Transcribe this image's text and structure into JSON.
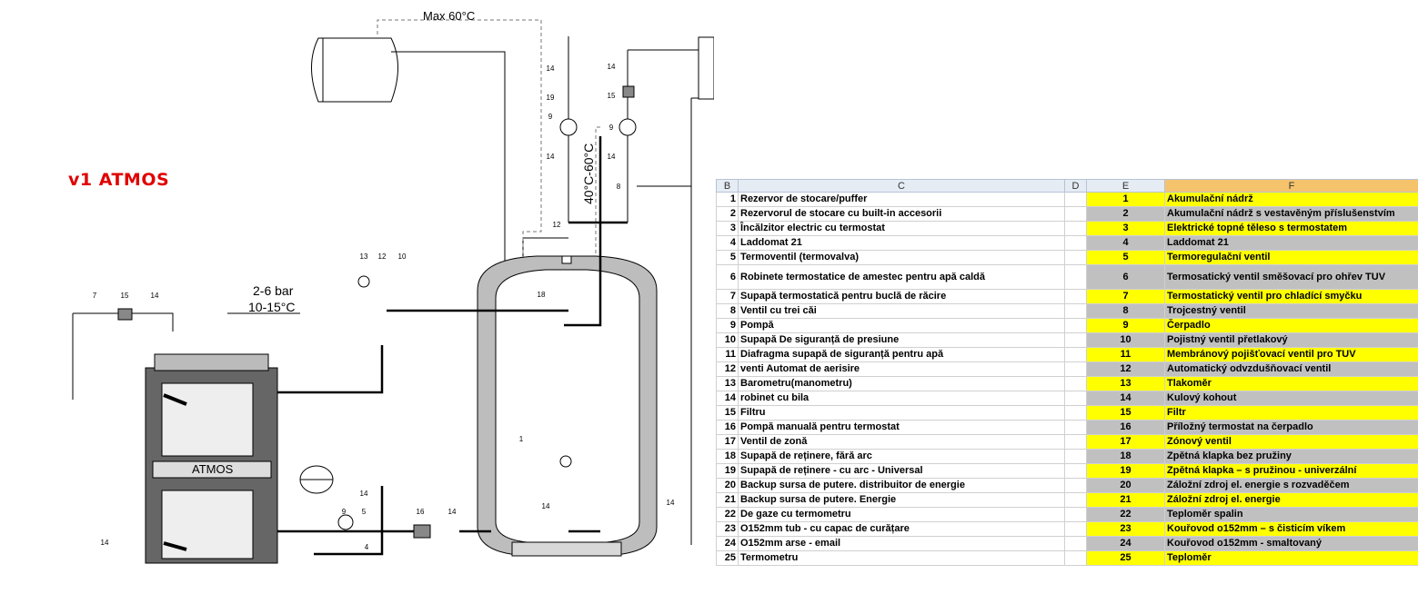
{
  "diagram": {
    "title": "v1 ATMOS",
    "max_temp": "Max 60°C",
    "pressure": "2-6 bar",
    "water_temp": "10-15°C",
    "temp_range": "40°C-60°C",
    "boiler_label": "ATMOS",
    "callouts": {
      "c14a": "14",
      "c19": "19",
      "c9a": "9",
      "c14b": "14",
      "c14c": "14",
      "c15": "15",
      "c9b": "9",
      "c14d": "14",
      "c8": "8",
      "c12a": "12",
      "c13": "13",
      "c12b": "12",
      "c10": "10",
      "c7": "7",
      "c15b": "15",
      "c14e": "14",
      "c18": "18",
      "c1": "1",
      "c14f": "14",
      "c14g": "14",
      "c14h": "14",
      "c9c": "9",
      "c5": "5",
      "c4": "4",
      "c16": "16",
      "c14i": "14",
      "c14j": "14"
    }
  },
  "sheet": {
    "columns": [
      "B",
      "C",
      "D",
      "E",
      "F"
    ],
    "rows": [
      {
        "n": "1",
        "c": "Rezervor de stocare/puffer",
        "e": "1",
        "f": "Akumulační nádrž",
        "hl": "y"
      },
      {
        "n": "2",
        "c": "Rezervorul de stocare cu built-in accesorii",
        "e": "2",
        "f": "Akumulační nádrž s vestavěným příslušenstvím",
        "hl": "g"
      },
      {
        "n": "3",
        "c": "Încălzitor electric cu termostat",
        "e": "3",
        "f": "Elektrické topné těleso s termostatem",
        "hl": "y"
      },
      {
        "n": "4",
        "c": "Laddomat 21",
        "e": "4",
        "f": "Laddomat 21",
        "hl": "g"
      },
      {
        "n": "5",
        "c": "Termoventil (termovalva)",
        "e": "5",
        "f": "Termoregulační ventil",
        "hl": "y"
      },
      {
        "n": "6",
        "c": "Robinete termostatice de amestec pentru apă caldă",
        "e": "6",
        "f": "Termosatický ventil směšovací pro ohřev TUV",
        "hl": "g",
        "tall": true
      },
      {
        "n": "7",
        "c": "Supapă termostatică pentru buclă de răcire",
        "e": "7",
        "f": "Termostatický ventil pro chladící smyčku",
        "hl": "y"
      },
      {
        "n": "8",
        "c": "Ventil cu trei căi",
        "e": "8",
        "f": "Trojcestný ventil",
        "hl": "g"
      },
      {
        "n": "9",
        "c": "Pompă",
        "e": "9",
        "f": "Čerpadlo",
        "hl": "y"
      },
      {
        "n": "10",
        "c": "Supapă De siguranță de presiune",
        "e": "10",
        "f": "Pojistný ventil přetlakový",
        "hl": "g"
      },
      {
        "n": "11",
        "c": "Diafragma supapă de siguranță pentru apă",
        "e": "11",
        "f": "Membránový pojišťovací ventil pro TUV",
        "hl": "y"
      },
      {
        "n": "12",
        "c": "venti Automat de aerisire",
        "e": "12",
        "f": "Automatický odvzdušňovací ventil",
        "hl": "g"
      },
      {
        "n": "13",
        "c": "Barometru(manometru)",
        "e": "13",
        "f": "Tlakoměr",
        "hl": "y"
      },
      {
        "n": "14",
        "c": "robinet cu bila",
        "e": "14",
        "f": "Kulový kohout",
        "hl": "g"
      },
      {
        "n": "15",
        "c": "Filtru",
        "e": "15",
        "f": "Filtr",
        "hl": "y"
      },
      {
        "n": "16",
        "c": "Pompă manuală pentru termostat",
        "e": "16",
        "f": "Příložný termostat na čerpadlo",
        "hl": "g"
      },
      {
        "n": "17",
        "c": "Ventil de zonă",
        "e": "17",
        "f": "Zónový ventil",
        "hl": "y"
      },
      {
        "n": "18",
        "c": "Supapă de reținere, fără arc",
        "e": "18",
        "f": "Zpětná klapka bez pružiny",
        "hl": "g"
      },
      {
        "n": "19",
        "c": "Supapă de reținere - cu arc - Universal",
        "e": "19",
        "f": "Zpětná klapka – s pružinou - univerzální",
        "hl": "y"
      },
      {
        "n": "20",
        "c": "Backup sursa de putere. distribuitor de energie",
        "e": "20",
        "f": "Záložní zdroj el. energie s rozvaděčem",
        "hl": "g"
      },
      {
        "n": "21",
        "c": "Backup sursa de putere. Energie",
        "e": "21",
        "f": "Záložní zdroj el. energie",
        "hl": "y"
      },
      {
        "n": "22",
        "c": "De gaze cu termometru",
        "e": "22",
        "f": "Teploměr spalin",
        "hl": "g"
      },
      {
        "n": "23",
        "c": "O152mm tub - cu capac de curățare",
        "e": "23",
        "f": "Kouřovod o152mm – s čisticím víkem",
        "hl": "y"
      },
      {
        "n": "24",
        "c": "O152mm arse - email",
        "e": "24",
        "f": "Kouřovod o152mm - smaltovaný",
        "hl": "g"
      },
      {
        "n": "25",
        "c": "Termometru",
        "e": "25",
        "f": "Teploměr",
        "hl": "y"
      }
    ]
  }
}
